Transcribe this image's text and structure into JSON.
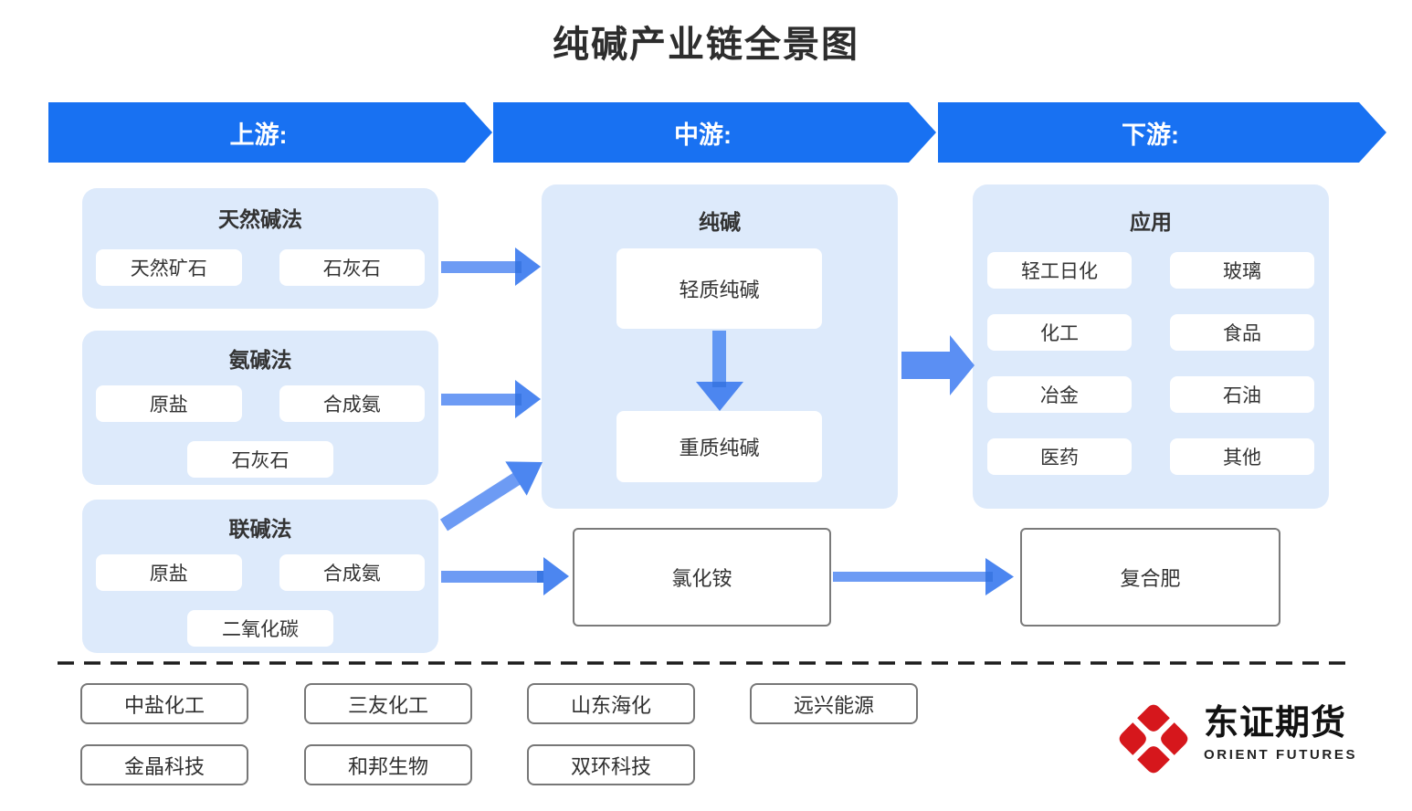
{
  "title": "纯碱产业链全景图",
  "banners": {
    "upstream": "上游:",
    "midstream": "中游:",
    "downstream": "下游:"
  },
  "upstream": {
    "methods": [
      {
        "title": "天然碱法",
        "items": [
          "天然矿石",
          "石灰石"
        ]
      },
      {
        "title": "氨碱法",
        "items": [
          "原盐",
          "合成氨",
          "石灰石"
        ]
      },
      {
        "title": "联碱法",
        "items": [
          "原盐",
          "合成氨",
          "二氧化碳"
        ]
      }
    ]
  },
  "midstream": {
    "panel_title": "纯碱",
    "light_soda": "轻质纯碱",
    "heavy_soda": "重质纯碱",
    "byproduct": "氯化铵"
  },
  "downstream": {
    "panel_title": "应用",
    "applications": [
      "轻工日化",
      "玻璃",
      "化工",
      "食品",
      "冶金",
      "石油",
      "医药",
      "其他"
    ],
    "fertilizer": "复合肥"
  },
  "companies": [
    "中盐化工",
    "三友化工",
    "山东海化",
    "远兴能源",
    "金晶科技",
    "和邦生物",
    "双环科技"
  ],
  "logo": {
    "name_cn": "东证期货",
    "name_en": "ORIENT FUTURES"
  },
  "colors": {
    "banner_blue": "#1871f2",
    "panel_blue": "#ddeafb",
    "arrow_shaft_blue": "#6d9bf4",
    "arrow_head_blue": "#4c86f0",
    "block_arrow_blue": "#5b8ff3",
    "logo_red": "#d6171c"
  }
}
